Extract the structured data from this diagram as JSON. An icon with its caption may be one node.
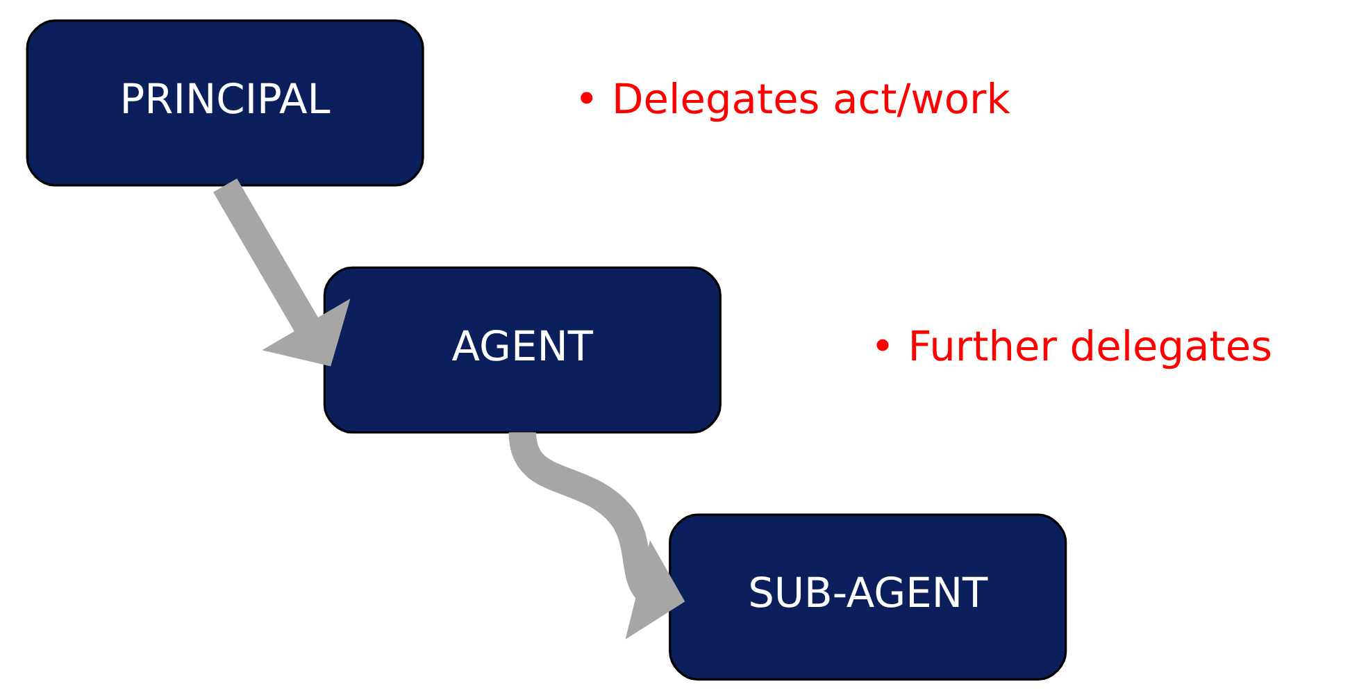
{
  "diagram": {
    "nodes": [
      {
        "text": [
          "PRINCIPAL"
        ],
        "beside": [
          "• Delegates act/work"
        ]
      },
      {
        "text": [
          "AGENT"
        ],
        "beside": [
          "• Further delegates"
        ]
      },
      {
        "text": [
          "SUB-AGENT"
        ]
      }
    ],
    "edges": [
      {
        "from": 0,
        "to": 1,
        "arrow": "to"
      },
      {
        "from": 1,
        "to": 2,
        "arrow": "to"
      }
    ]
  }
}
